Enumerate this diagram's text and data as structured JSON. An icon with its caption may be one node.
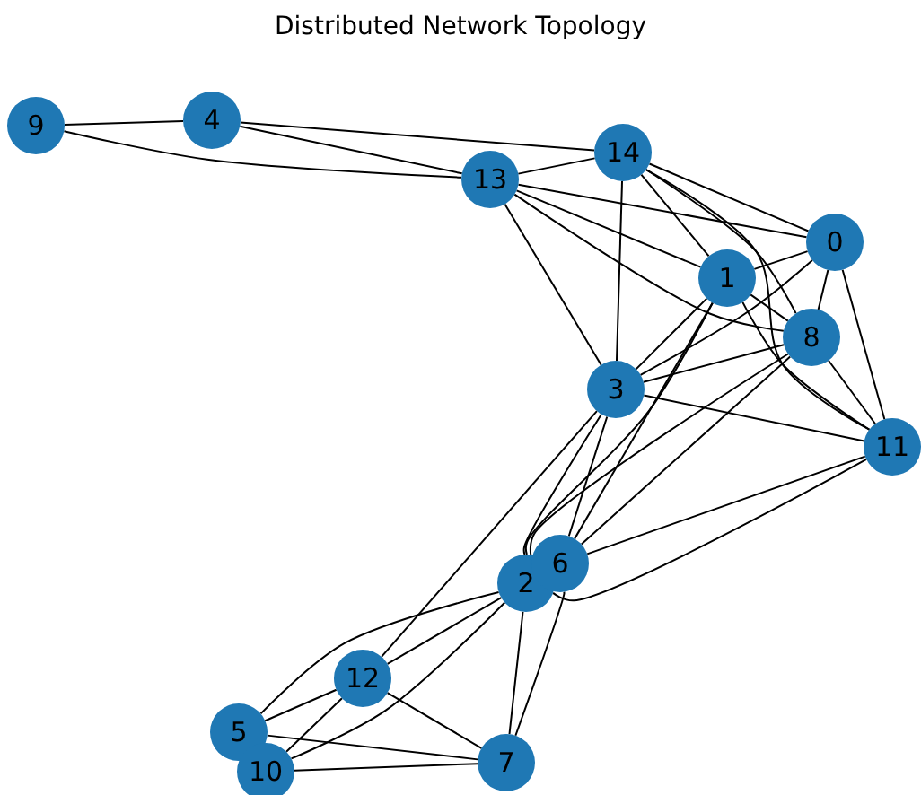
{
  "diagram": {
    "title": "Distributed Network Topology",
    "nodes": [
      {
        "text": [
          "0"
        ]
      },
      {
        "text": [
          "1"
        ]
      },
      {
        "text": [
          "2"
        ]
      },
      {
        "text": [
          "3"
        ]
      },
      {
        "text": [
          "4"
        ]
      },
      {
        "text": [
          "5"
        ]
      },
      {
        "text": [
          "6"
        ]
      },
      {
        "text": [
          "7"
        ]
      },
      {
        "text": [
          "8"
        ]
      },
      {
        "text": [
          "9"
        ]
      },
      {
        "text": [
          "10"
        ]
      },
      {
        "text": [
          "11"
        ]
      },
      {
        "text": [
          "12"
        ]
      },
      {
        "text": [
          "13"
        ]
      },
      {
        "text": [
          "14"
        ]
      }
    ],
    "edges": [
      {
        "from": 9,
        "to": 4,
        "arrow": "none"
      },
      {
        "from": 9,
        "to": 13,
        "arrow": "none"
      },
      {
        "from": 4,
        "to": 13,
        "arrow": "none"
      },
      {
        "from": 4,
        "to": 14,
        "arrow": "none"
      },
      {
        "from": 13,
        "to": 14,
        "arrow": "none"
      },
      {
        "from": 13,
        "to": 0,
        "arrow": "none"
      },
      {
        "from": 13,
        "to": 1,
        "arrow": "none"
      },
      {
        "from": 13,
        "to": 8,
        "arrow": "none"
      },
      {
        "from": 13,
        "to": 3,
        "arrow": "none"
      },
      {
        "from": 14,
        "to": 3,
        "arrow": "none"
      },
      {
        "from": 14,
        "to": 0,
        "arrow": "none"
      },
      {
        "from": 14,
        "to": 1,
        "arrow": "none"
      },
      {
        "from": 14,
        "to": 8,
        "arrow": "none"
      },
      {
        "from": 14,
        "to": 11,
        "arrow": "none"
      },
      {
        "from": 0,
        "to": 1,
        "arrow": "none"
      },
      {
        "from": 0,
        "to": 8,
        "arrow": "none"
      },
      {
        "from": 0,
        "to": 11,
        "arrow": "none"
      },
      {
        "from": 0,
        "to": 3,
        "arrow": "none"
      },
      {
        "from": 1,
        "to": 8,
        "arrow": "none"
      },
      {
        "from": 1,
        "to": 11,
        "arrow": "none"
      },
      {
        "from": 1,
        "to": 3,
        "arrow": "none"
      },
      {
        "from": 1,
        "to": 6,
        "arrow": "none"
      },
      {
        "from": 1,
        "to": 2,
        "arrow": "none"
      },
      {
        "from": 8,
        "to": 3,
        "arrow": "none"
      },
      {
        "from": 8,
        "to": 11,
        "arrow": "none"
      },
      {
        "from": 8,
        "to": 6,
        "arrow": "none"
      },
      {
        "from": 8,
        "to": 2,
        "arrow": "none"
      },
      {
        "from": 3,
        "to": 11,
        "arrow": "none"
      },
      {
        "from": 3,
        "to": 6,
        "arrow": "none"
      },
      {
        "from": 3,
        "to": 2,
        "arrow": "none"
      },
      {
        "from": 3,
        "to": 12,
        "arrow": "none"
      },
      {
        "from": 6,
        "to": 11,
        "arrow": "none"
      },
      {
        "from": 2,
        "to": 11,
        "arrow": "none"
      },
      {
        "from": 2,
        "to": 12,
        "arrow": "none"
      },
      {
        "from": 2,
        "to": 5,
        "arrow": "none"
      },
      {
        "from": 2,
        "to": 10,
        "arrow": "none"
      },
      {
        "from": 6,
        "to": 7,
        "arrow": "none"
      },
      {
        "from": 2,
        "to": 7,
        "arrow": "none"
      },
      {
        "from": 12,
        "to": 7,
        "arrow": "none"
      },
      {
        "from": 12,
        "to": 5,
        "arrow": "none"
      },
      {
        "from": 12,
        "to": 10,
        "arrow": "none"
      },
      {
        "from": 5,
        "to": 7,
        "arrow": "none"
      },
      {
        "from": 10,
        "to": 7,
        "arrow": "none"
      }
    ]
  }
}
